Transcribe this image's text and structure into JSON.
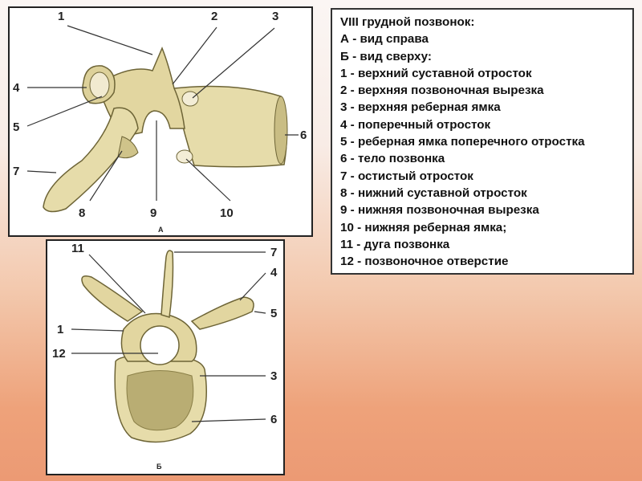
{
  "legend": {
    "title": "VIII грудной позвонок:",
    "views": [
      "А - вид справа",
      "Б - вид сверху:"
    ],
    "items": [
      "1 - верхний суставной отросток",
      "2 - верхняя позвоночная вырезка",
      "3 - верхняя реберная ямка",
      "4 - поперечный отросток",
      "5 - реберная ямка поперечного отростка",
      "6 - тело позвонка",
      "7 - остистый отросток",
      "8 - нижний суставной отросток",
      "9 - нижняя позвоночная вырезка",
      "10 - нижняя реберная ямка;",
      "11 - дуга позвонка",
      "12 - позвоночное отверстие"
    ]
  },
  "figure_a": {
    "caption": "А",
    "labels": [
      "1",
      "2",
      "3",
      "4",
      "5",
      "6",
      "7",
      "8",
      "9",
      "10"
    ]
  },
  "figure_b": {
    "caption": "Б",
    "labels": [
      "11",
      "7",
      "4",
      "5",
      "1",
      "12",
      "3",
      "6"
    ]
  },
  "colors": {
    "bone": "#e6dcaa",
    "bone_shadow": "#b9ad73",
    "bone_outline": "#6d6436",
    "background_top": "#fbf6f4",
    "background_bottom": "#ec9a74"
  }
}
